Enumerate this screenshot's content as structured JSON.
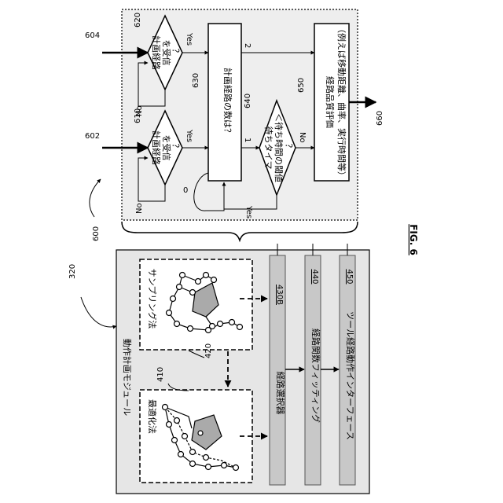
{
  "refs": {
    "r604": "604",
    "r602": "602",
    "r620": "620",
    "r610": "610",
    "r630": "630",
    "r640": "640",
    "r650": "650",
    "r660": "660",
    "r600": "600",
    "r320": "320",
    "r410": "410",
    "r420": "420"
  },
  "flow": {
    "d620_text": [
      "計画経路",
      "を受信",
      "？"
    ],
    "d610_text": [
      "計画経路",
      "を受信",
      "？"
    ],
    "d640_text": [
      "待ちタイマ",
      "＜待ち時間の閾値",
      "？"
    ],
    "box630_text": "計画経路の数は？",
    "box650_text": [
      "経路品質評価",
      "（例えば移動距離、曲率、実行時間等）"
    ],
    "yes": "Yes",
    "no": "No",
    "n1": "1",
    "n2": "2",
    "n0": "0"
  },
  "module": {
    "title": "動作計画モジュール",
    "sampling_label": "サンプリング法",
    "optim_label": "最適化法",
    "bar1_label": "経路選択器",
    "bar1_ref": "430B",
    "bar2_label": "経路関数フィッティング",
    "bar2_ref": "440",
    "bar3_label": "ツール経路動作インターフェース",
    "bar3_ref": "450"
  },
  "fig_label": "FIG. 6"
}
